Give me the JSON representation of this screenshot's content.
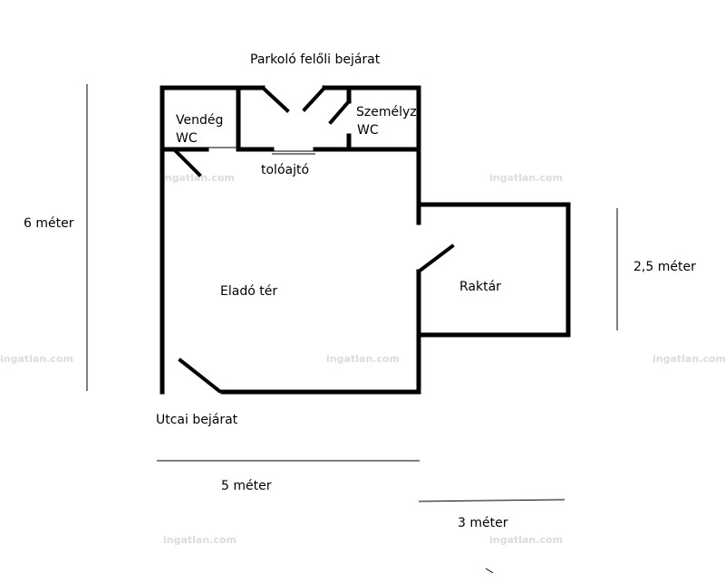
{
  "labels": {
    "parking_entrance": "Parkoló felőli bejárat",
    "guest_wc_line1": "Vendég",
    "guest_wc_line2": "WC",
    "staff_wc_line1": "Személyz",
    "staff_wc_line2": "WC",
    "sliding_door": "tolóajtó",
    "sales_area": "Eladó tér",
    "storage": "Raktár",
    "street_entrance": "Utcai bejárat"
  },
  "dimensions": {
    "height_main": "6 méter",
    "height_storage": "2,5 méter",
    "width_main": "5 méter",
    "width_storage": "3 méter"
  },
  "watermark": "ingatlan.com",
  "colors": {
    "wall": "#000000",
    "watermark": "#dcdcdc",
    "background": "#ffffff"
  }
}
